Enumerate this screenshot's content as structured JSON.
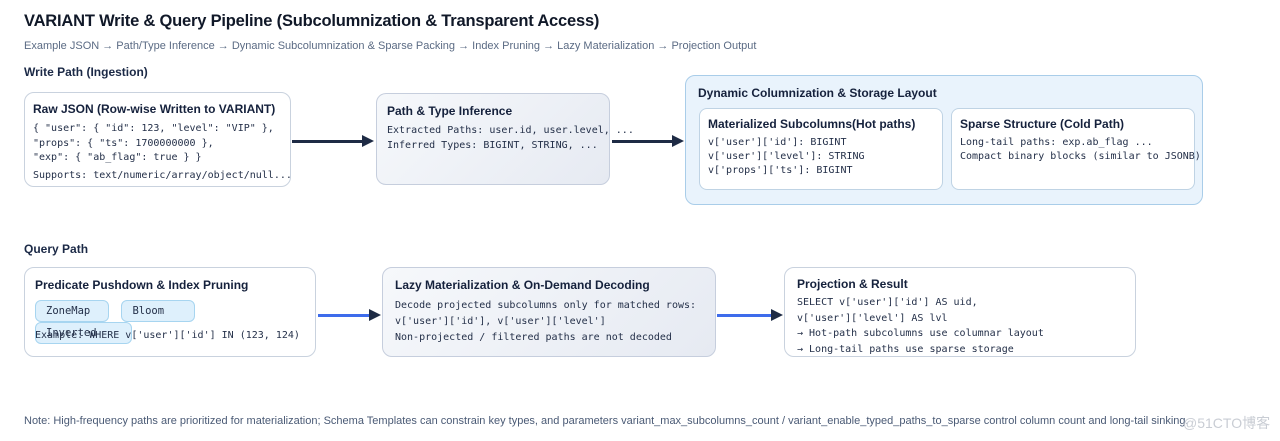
{
  "page": {
    "title": "VARIANT Write & Query Pipeline (Subcolumnization & Transparent Access)",
    "subtitle": "Example JSON → Path/Type Inference → Dynamic Subcolumnization & Sparse Packing → Index Pruning → Lazy Materialization → Projection Output",
    "note": "Note: High-frequency paths are prioritized for materialization; Schema Templates can constrain key types, and parameters variant_max_subcolumns_count / variant_enable_typed_paths_to_sparse control column count and long-tail sinking.",
    "watermark": "@51CTO博客"
  },
  "write_path": {
    "heading": "Write Path (Ingestion)",
    "raw_json": {
      "title": "Raw JSON (Row-wise Written to VARIANT)",
      "lines": [
        "{ \"user\": { \"id\": 123, \"level\": \"VIP\" },",
        "\"props\": { \"ts\": 1700000000 },",
        "\"exp\": { \"ab_flag\": true } }"
      ],
      "footer": "Supports: text/numeric/array/object/null..."
    },
    "inference": {
      "title": "Path & Type Inference",
      "lines": [
        "Extracted Paths: user.id, user.level, ...",
        "Inferred Types: BIGINT, STRING, ..."
      ]
    },
    "columnization": {
      "title": "Dynamic Columnization & Storage Layout",
      "materialized": {
        "title": "Materialized Subcolumns(Hot paths)",
        "lines": [
          "v['user']['id']: BIGINT",
          "v['user']['level']: STRING",
          "v['props']['ts']: BIGINT"
        ]
      },
      "sparse": {
        "title": "Sparse Structure (Cold Path)",
        "lines": [
          "Long-tail paths: exp.ab_flag ...",
          "Compact binary blocks (similar to JSONB)"
        ]
      }
    }
  },
  "query_path": {
    "heading": "Query Path",
    "pruning": {
      "title": "Predicate Pushdown & Index Pruning",
      "chips": [
        "ZoneMap",
        "Bloom",
        "Inverted"
      ],
      "example": "Example: WHERE v['user']['id'] IN (123, 124)"
    },
    "lazy": {
      "title": "Lazy Materialization & On-Demand Decoding",
      "lines": [
        "Decode projected subcolumns only for matched rows:",
        "v['user']['id'], v['user']['level']",
        "Non-projected / filtered paths are not decoded"
      ]
    },
    "projection": {
      "title": "Projection & Result",
      "lines": [
        "SELECT v['user']['id'] AS uid,",
        "v['user']['level'] AS lvl",
        "→ Hot-path subcolumns use columnar layout",
        "→ Long-tail paths use sparse storage"
      ]
    }
  },
  "colors": {
    "accent_blue": "#3e6ceb",
    "dark_navy": "#1e2b45",
    "highlight_bg": "#e9f3fc",
    "highlight_border": "#a9cde9",
    "chip_bg": "#def0fc",
    "chip_border": "#a7d5f0"
  }
}
